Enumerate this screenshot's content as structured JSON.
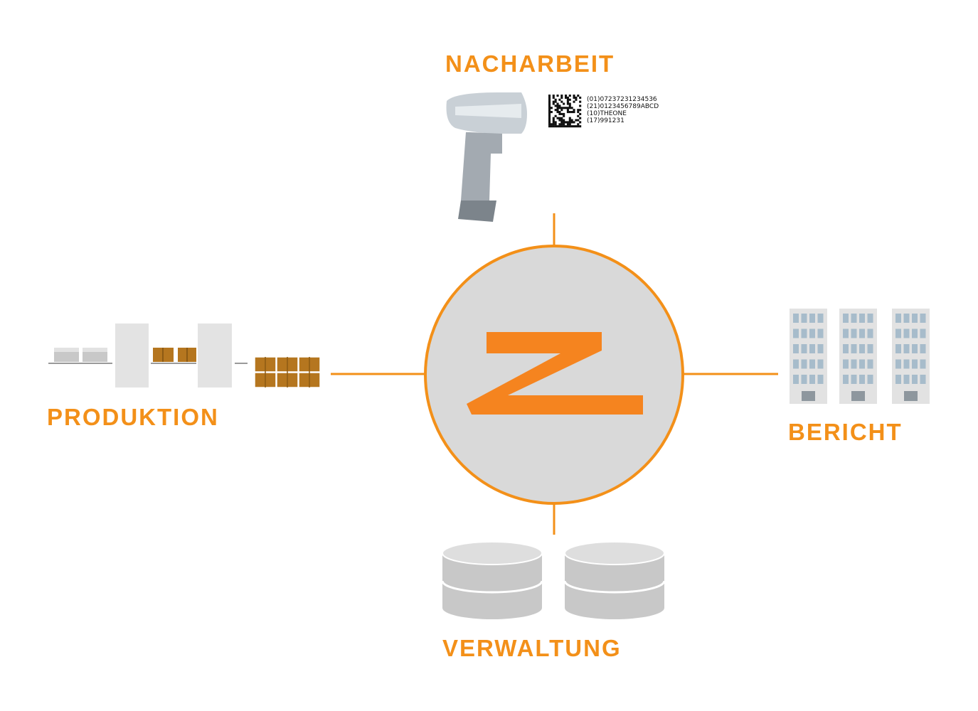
{
  "nodes": {
    "top": "NACHARBEIT",
    "left": "PRODUKTION",
    "right": "BERICHT",
    "bottom": "VERWALTUNG"
  },
  "scan_codes": [
    "(01)07237231234536",
    "(21)0123456789ABCD",
    "(10)THEONE",
    "(17)991231"
  ],
  "hub_logo": "Z",
  "colors": {
    "accent": "#f39019",
    "logo": "#f5841f",
    "hub_fill": "#d9d9d9",
    "grey": "#c8c8c8",
    "box": "#b5761f"
  },
  "icons": [
    "barcode-scanner-icon",
    "datamatrix-code-icon",
    "production-line-icon",
    "office-buildings-icon",
    "database-icon"
  ]
}
